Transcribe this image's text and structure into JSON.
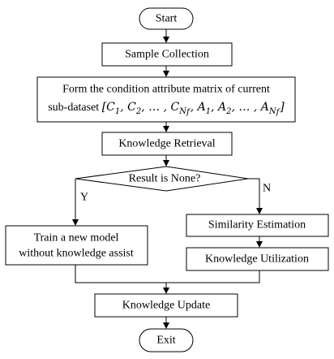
{
  "flowchart": {
    "start": "Start",
    "sample_collection": "Sample Collection",
    "form_matrix": {
      "line1": "Form the condition attribute matrix of current",
      "line2_prefix": "sub-dataset "
    },
    "knowledge_retrieval": "Knowledge Retrieval",
    "decision": "Result is None?",
    "yes_label": "Y",
    "no_label": "N",
    "train_model": {
      "line1": "Train a new model",
      "line2": "without knowledge assist"
    },
    "similarity_estimation": "Similarity Estimation",
    "knowledge_utilization": "Knowledge Utilization",
    "knowledge_update": "Knowledge Update",
    "exit": "Exit"
  }
}
